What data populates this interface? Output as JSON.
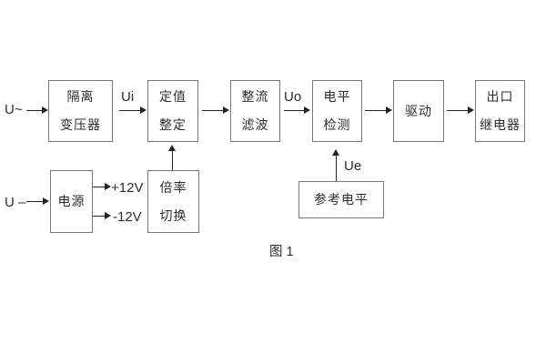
{
  "figure": {
    "caption": "图 1",
    "inputs": {
      "ac_label": "U~",
      "dc_label": "U –"
    },
    "signals": {
      "ui": "Ui",
      "uo": "Uo",
      "ue": "Ue"
    },
    "power_rails": {
      "positive": "+12V",
      "negative": "-12V"
    },
    "blocks": {
      "isolation_transformer": {
        "line1": "隔离",
        "line2": "变压器"
      },
      "value_setting": {
        "line1": "定值",
        "line2": "整定"
      },
      "rectify_filter": {
        "line1": "整流",
        "line2": "滤波"
      },
      "level_detection": {
        "line1": "电平",
        "line2": "检测"
      },
      "driver": {
        "line1": "驱动"
      },
      "output_relay": {
        "line1": "出口",
        "line2": "继电器"
      },
      "power_supply": {
        "line1": "电源"
      },
      "ratio_switch": {
        "line1": "倍率",
        "line2": "切换"
      },
      "reference_level": {
        "line1": "参考电平"
      }
    },
    "colors": {
      "background": "#ffffff",
      "box_border": "#767676",
      "line": "#222222",
      "text": "#2d2d2d"
    }
  }
}
